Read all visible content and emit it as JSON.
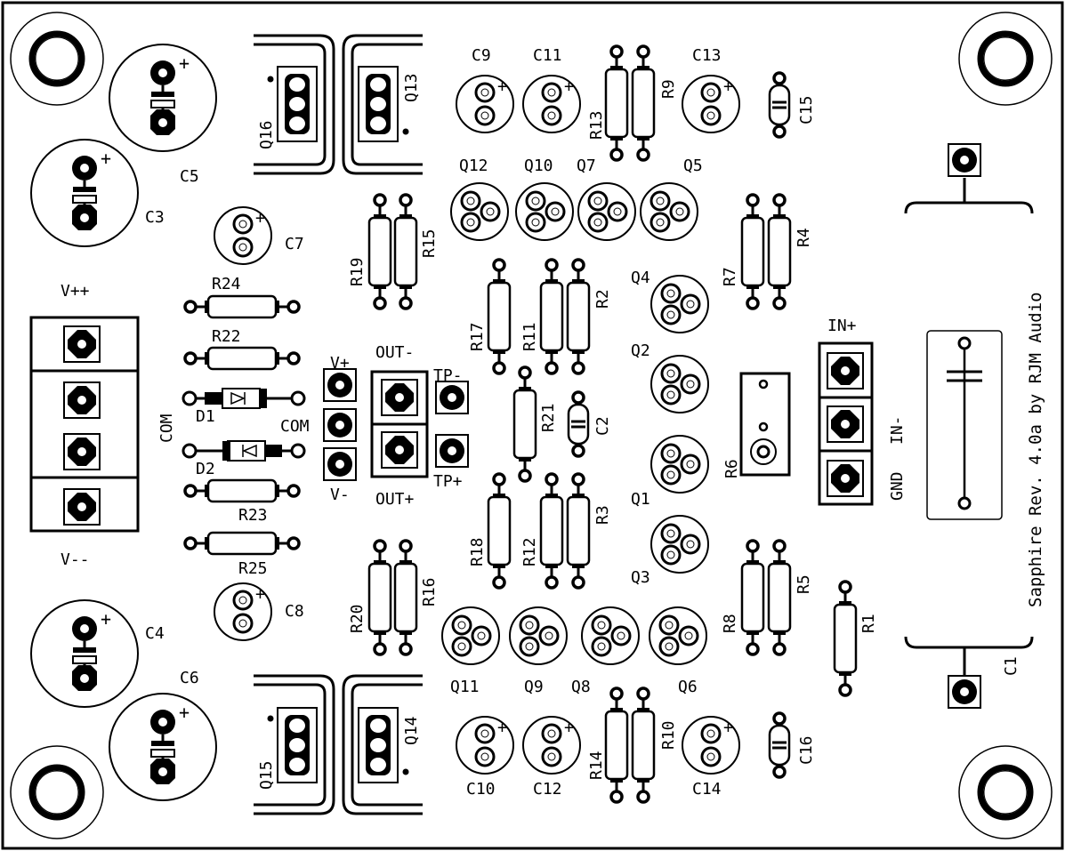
{
  "title": "Sapphire Rev. 4.0a by RJM Audio",
  "labels": {
    "vpp": "V++",
    "vmm": "V--",
    "com_left": "COM",
    "com_mid": "COM",
    "vplus": "V+",
    "vminus": "V-",
    "out_minus": "OUT-",
    "out_plus": "OUT+",
    "tp_minus": "TP-",
    "tp_plus": "TP+",
    "in_plus": "IN+",
    "in_minus": "IN-",
    "gnd": "GND"
  },
  "caps": {
    "c1": "C1",
    "c2": "C2",
    "c3": "C3",
    "c4": "C4",
    "c5": "C5",
    "c6": "C6",
    "c7": "C7",
    "c8": "C8",
    "c9": "C9",
    "c10": "C10",
    "c11": "C11",
    "c12": "C12",
    "c13": "C13",
    "c14": "C14",
    "c15": "C15",
    "c16": "C16"
  },
  "resistors": {
    "r1": "R1",
    "r2": "R2",
    "r3": "R3",
    "r4": "R4",
    "r5": "R5",
    "r6": "R6",
    "r7": "R7",
    "r8": "R8",
    "r9": "R9",
    "r10": "R10",
    "r11": "R11",
    "r12": "R12",
    "r13": "R13",
    "r14": "R14",
    "r15": "R15",
    "r16": "R16",
    "r17": "R17",
    "r18": "R18",
    "r19": "R19",
    "r20": "R20",
    "r21": "R21",
    "r22": "R22",
    "r23": "R23",
    "r24": "R24",
    "r25": "R25"
  },
  "diodes": {
    "d1": "D1",
    "d2": "D2"
  },
  "transistors": {
    "q1": "Q1",
    "q2": "Q2",
    "q3": "Q3",
    "q4": "Q4",
    "q5": "Q5",
    "q6": "Q6",
    "q7": "Q7",
    "q8": "Q8",
    "q9": "Q9",
    "q10": "Q10",
    "q11": "Q11",
    "q12": "Q12",
    "q13": "Q13",
    "q14": "Q14",
    "q15": "Q15",
    "q16": "Q16"
  }
}
